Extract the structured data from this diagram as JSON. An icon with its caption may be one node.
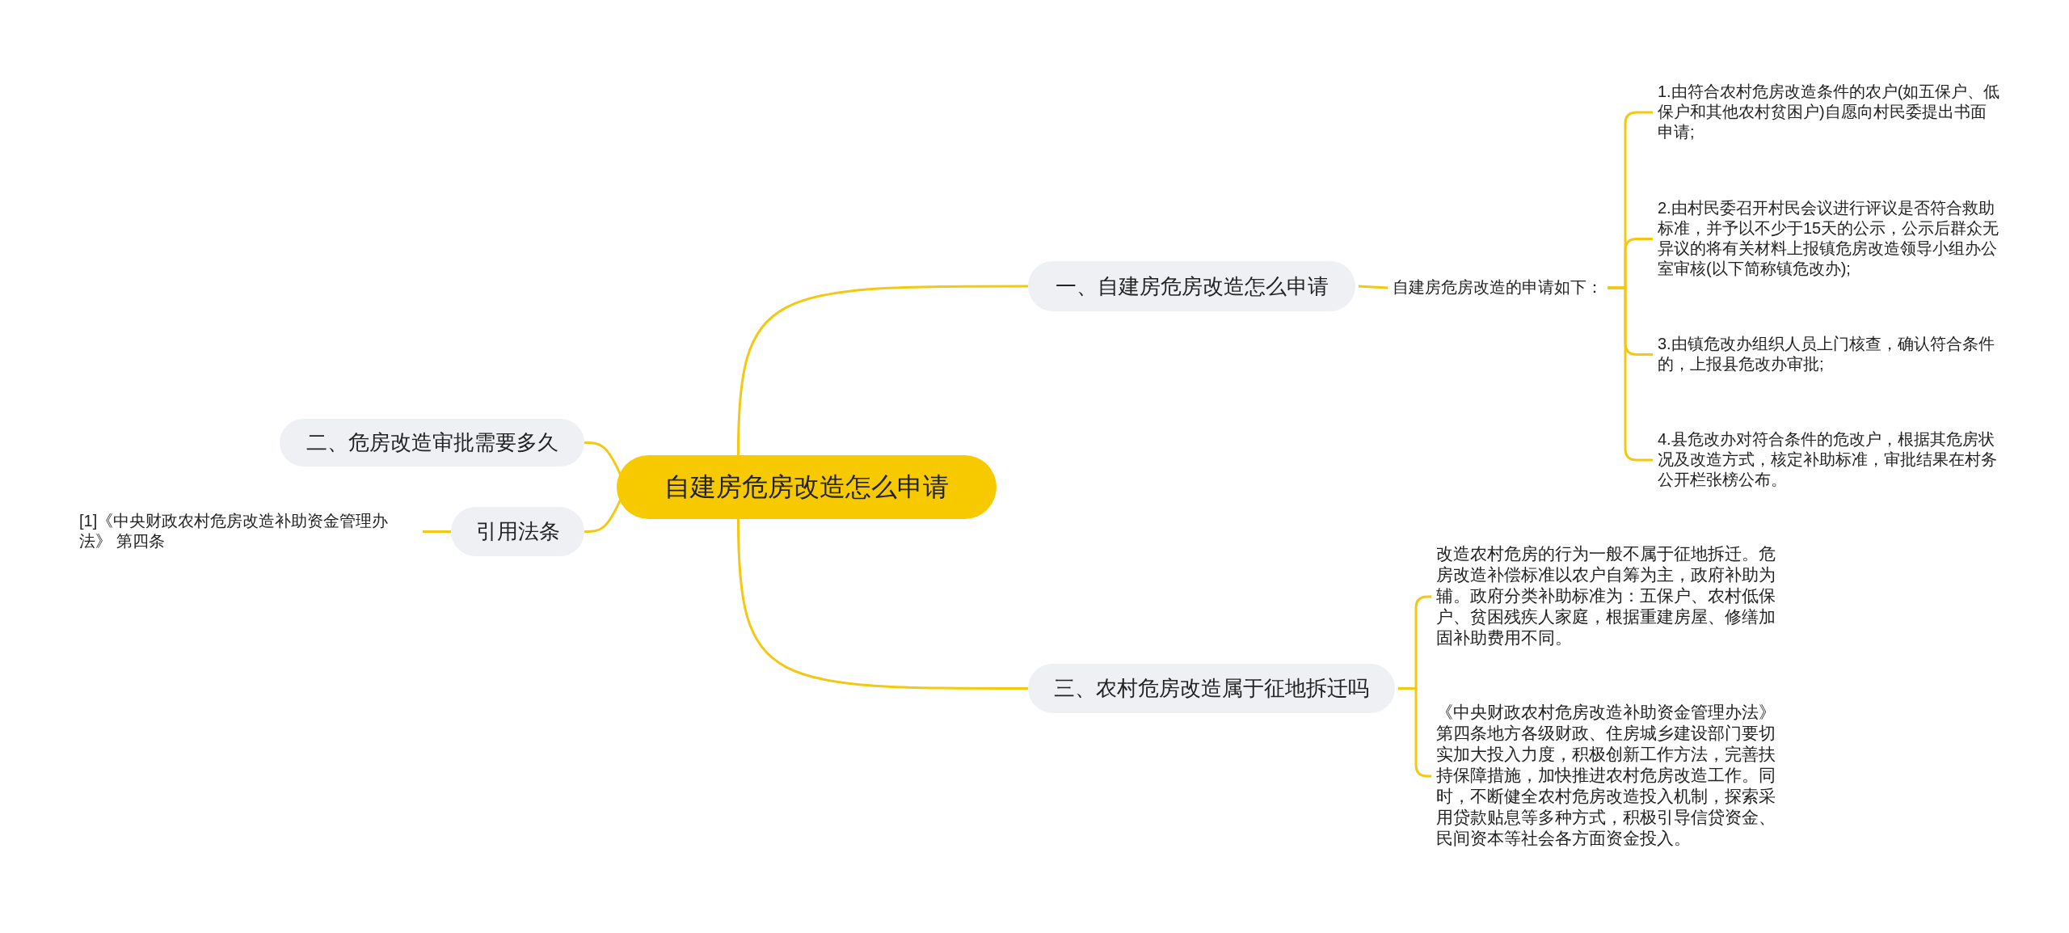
{
  "diagram": {
    "nodes": [
      {
        "text": [
          "自建房危房改造怎么申请"
        ]
      },
      {
        "text": [
          "一、自建房危房改造怎么申请"
        ]
      },
      {
        "text": [
          "自建房危房改造的申请如下："
        ]
      },
      {
        "text": [
          "1.由符合农村危房改造条件的农户(如五保户、低保户和其他农村贫困户)自愿向村民委提出书面申请;"
        ]
      },
      {
        "text": [
          "2.由村民委召开村民会议进行评议是否符合救助标准，并予以不少于15天的公示，公示后群众无异议的将有关材料上报镇危房改造领导小组办公室审核(以下简称镇危改办);"
        ]
      },
      {
        "text": [
          "3.由镇危改办组织人员上门核查，确认符合条件的，上报县危改办审批;"
        ]
      },
      {
        "text": [
          "4.县危改办对符合条件的危改户，根据其危房状况及改造方式，核定补助标准，审批结果在村务公开栏张榜公布。"
        ]
      },
      {
        "text": [
          "三、农村危房改造属于征地拆迁吗"
        ]
      },
      {
        "text": [
          "改造农村危房的行为一般不属于征地拆迁。危房改造补偿标准以农户自筹为主，政府补助为辅。政府分类补助标准为：五保户、农村低保户、贫困残疾人家庭，根据重建房屋、修缮加固补助费用不同。"
        ]
      },
      {
        "text": [
          "《中央财政农村危房改造补助资金管理办法》第四条地方各级财政、住房城乡建设部门要切实加大投入力度，积极创新工作方法，完善扶持保障措施，加快推进农村危房改造工作。同时，不断健全农村危房改造投入机制，探索采用贷款贴息等多种方式，积极引导信贷资金、民间资本等社会各方面资金投入。"
        ]
      },
      {
        "text": [
          "二、危房改造审批需要多久"
        ]
      },
      {
        "text": [
          "引用法条"
        ]
      },
      {
        "text": [
          "[1]《中央财政农村危房改造补助资金管理办法》 第四条"
        ]
      }
    ],
    "edges": [
      {
        "from": 0,
        "to": 1,
        "arrow": "none"
      },
      {
        "from": 1,
        "to": 2,
        "arrow": "none"
      },
      {
        "from": 2,
        "to": 3,
        "arrow": "none"
      },
      {
        "from": 2,
        "to": 4,
        "arrow": "none"
      },
      {
        "from": 2,
        "to": 5,
        "arrow": "none"
      },
      {
        "from": 2,
        "to": 6,
        "arrow": "none"
      },
      {
        "from": 0,
        "to": 7,
        "arrow": "none"
      },
      {
        "from": 7,
        "to": 8,
        "arrow": "none"
      },
      {
        "from": 7,
        "to": 9,
        "arrow": "none"
      },
      {
        "from": 0,
        "to": 10,
        "arrow": "none"
      },
      {
        "from": 0,
        "to": 11,
        "arrow": "none"
      },
      {
        "from": 11,
        "to": 12,
        "arrow": "none"
      }
    ]
  }
}
